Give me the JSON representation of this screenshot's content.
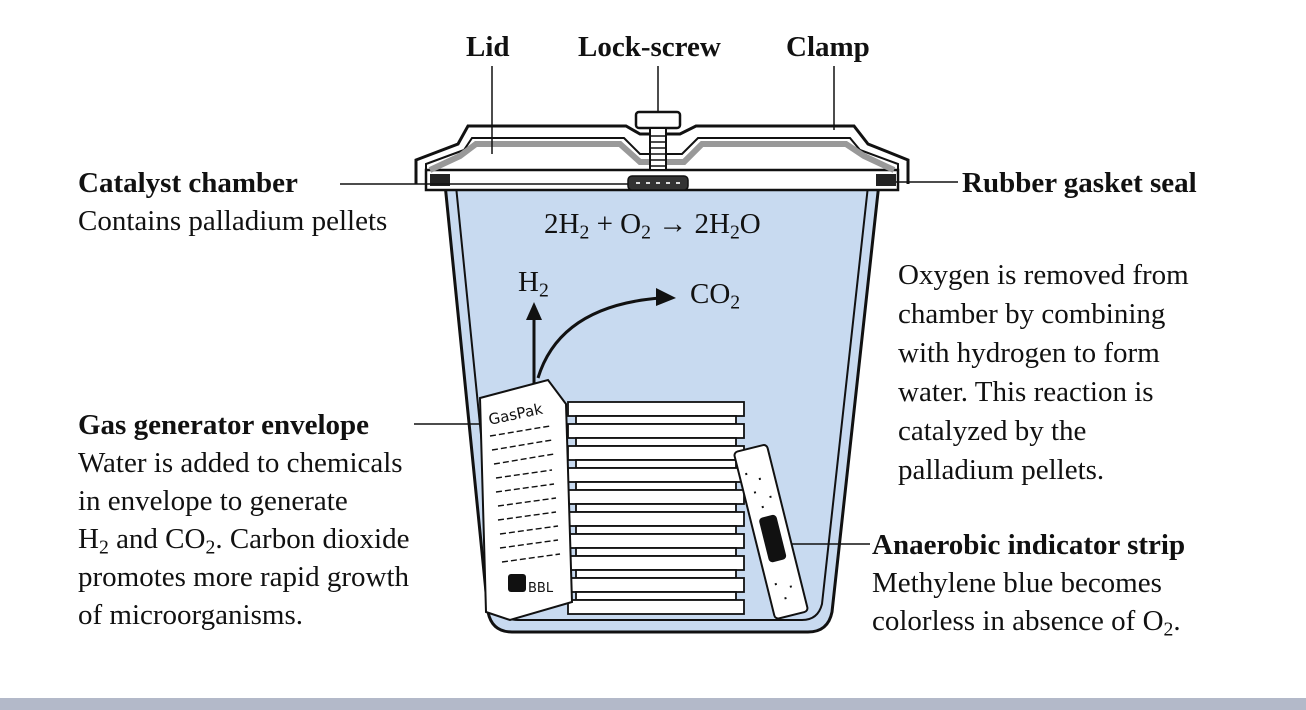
{
  "colors": {
    "liquid": "#c8daf0",
    "ink": "#111111",
    "footer": "#b3b9c9"
  },
  "labels": {
    "lid": "Lid",
    "lock_screw": "Lock-screw",
    "clamp": "Clamp",
    "catalyst_chamber": "Catalyst chamber",
    "catalyst_desc": "Contains palladium pellets",
    "rubber_gasket": "Rubber gasket seal",
    "gas_generator": "Gas generator envelope",
    "gas_desc": {
      "line1": "Water is added to chemicals",
      "line2": "in envelope to generate",
      "line3_a": "H",
      "line3_b": "2",
      "line3_c": " and CO",
      "line3_d": "2",
      "line3_e": ". Carbon dioxide",
      "line4": "promotes more rapid growth",
      "line5": "of microorganisms."
    },
    "oxygen_desc": {
      "line1": "Oxygen is removed from",
      "line2": "chamber by combining",
      "line3": "with hydrogen to form",
      "line4": "water. This reaction is",
      "line5": "catalyzed by the",
      "line6": "palladium pellets."
    },
    "indicator": "Anaerobic indicator strip",
    "indicator_desc": {
      "line1": "Methylene blue becomes",
      "line2_a": "colorless in absence of O",
      "line2_b": "2",
      "line2_c": "."
    },
    "envelope_brand": "GasPak",
    "envelope_logo": "BBL"
  },
  "equation": {
    "p1": "2H",
    "s1": "2",
    "p2": " + O",
    "s2": "2",
    "p3": " → 2H",
    "s3": "2",
    "p4": "O"
  },
  "h2": {
    "text": "H",
    "sub": "2"
  },
  "co2": {
    "text": "CO",
    "sub": "2"
  }
}
